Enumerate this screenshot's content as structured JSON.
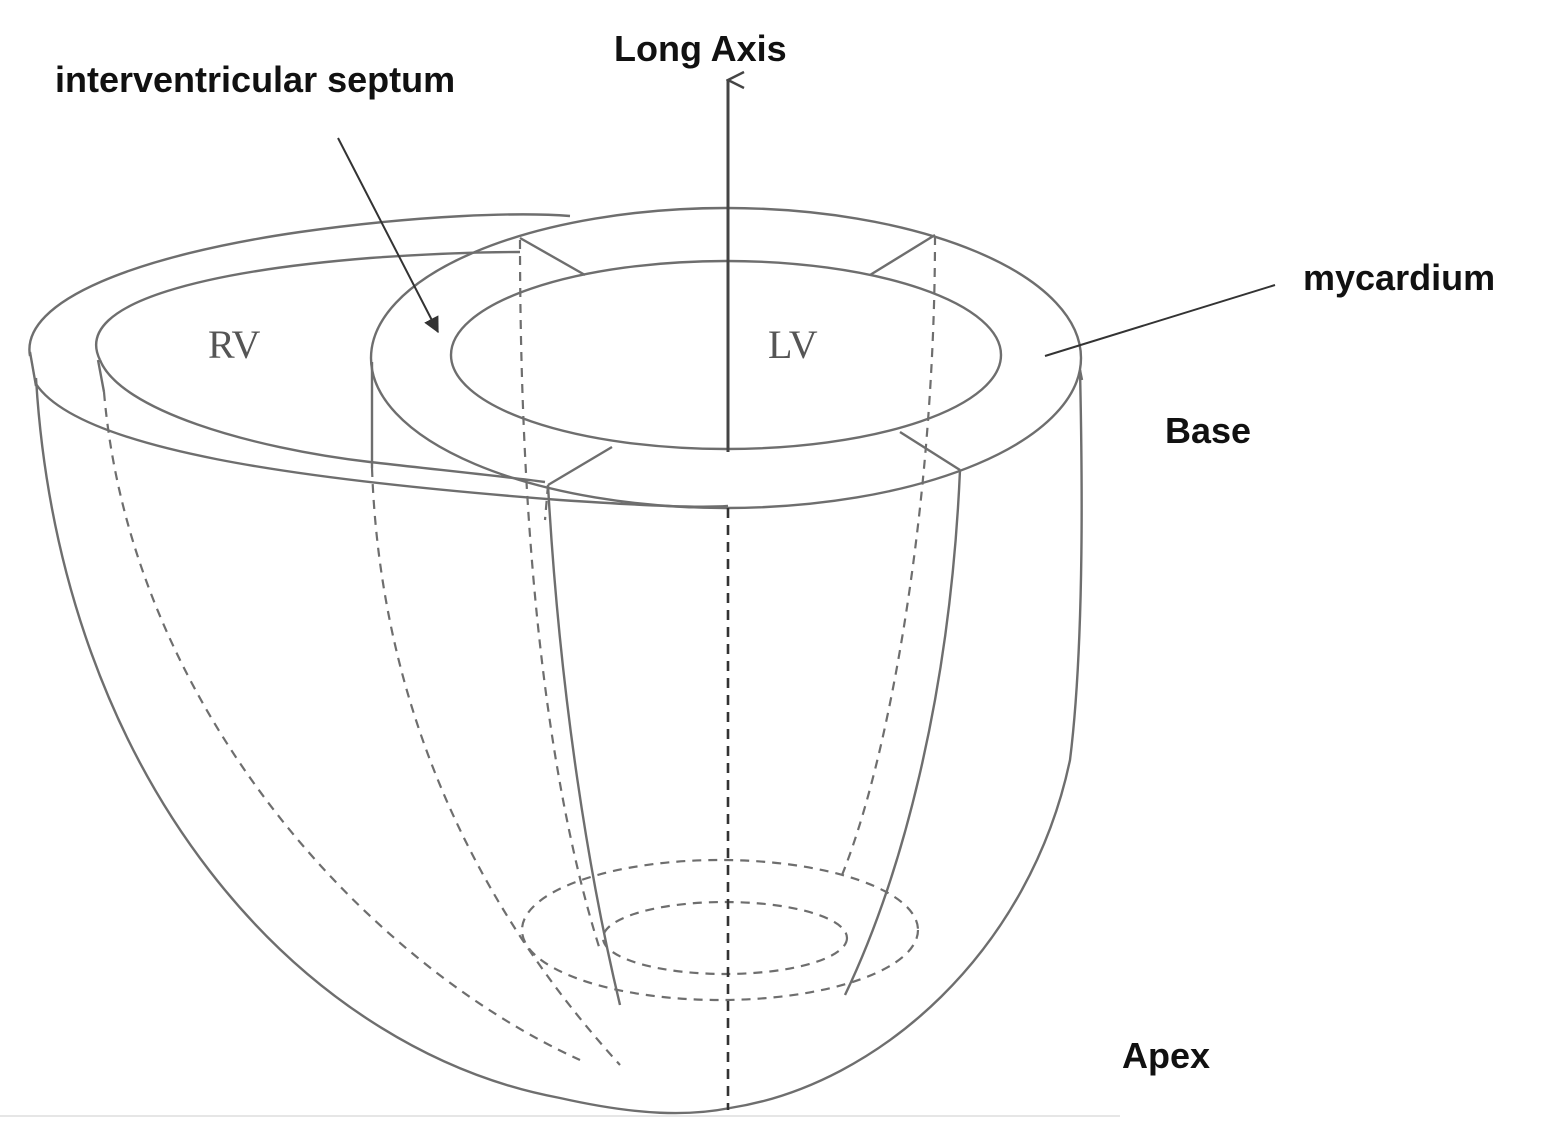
{
  "labels": {
    "long_axis": "Long Axis",
    "septum": "interventricular septum",
    "myocardium": "mycardium",
    "base": "Base",
    "apex": "Apex",
    "rv": "RV",
    "lv": "LV"
  },
  "colors": {
    "outline": "#6e6e6e",
    "axis": "#444444",
    "text": "#111111",
    "chamber_text": "#555555"
  }
}
